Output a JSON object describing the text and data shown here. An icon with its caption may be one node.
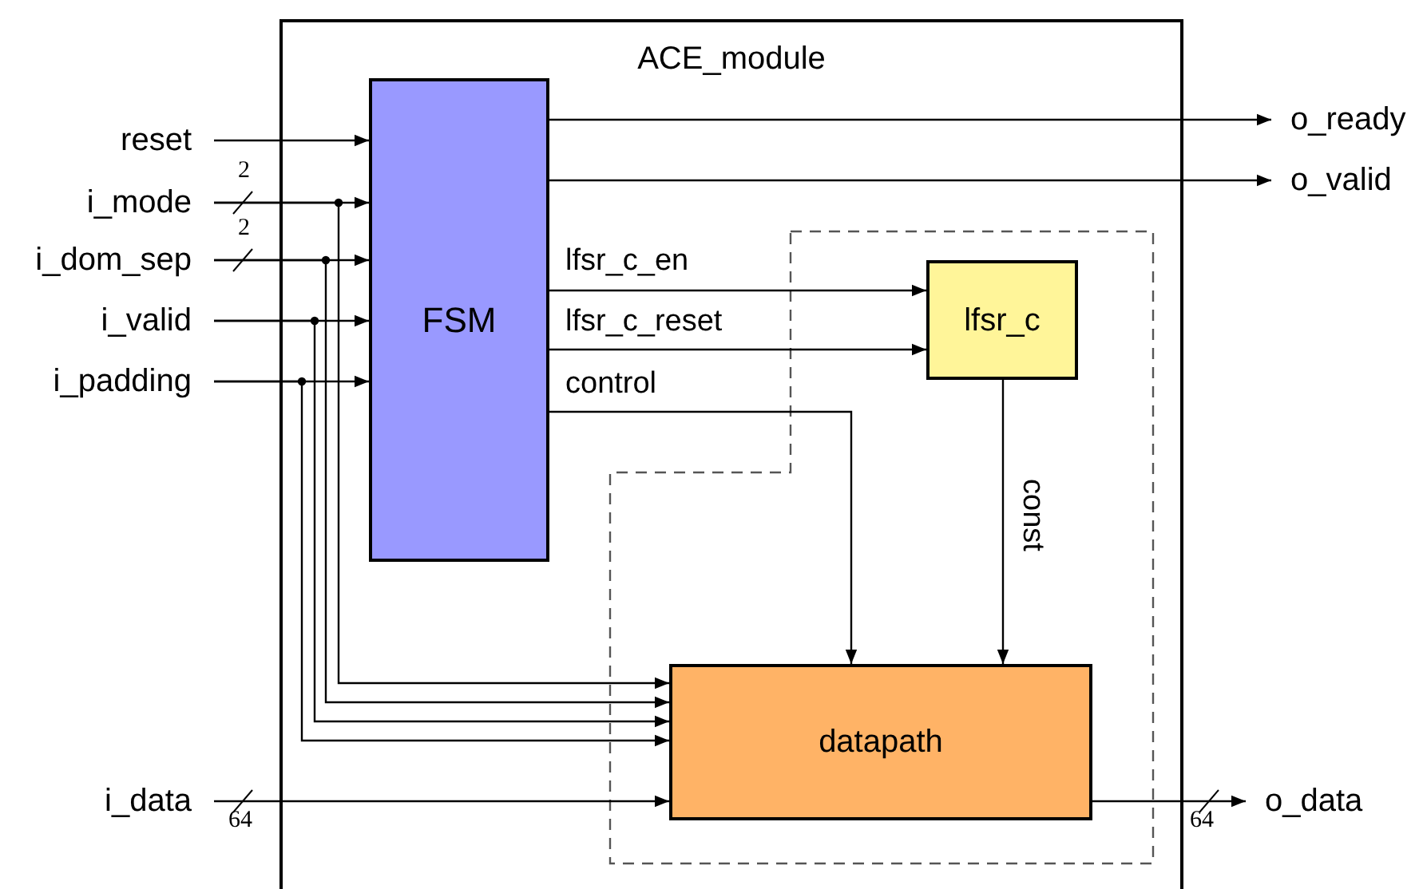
{
  "diagram": {
    "nodes": [
      {
        "text": [
          "ACE_module"
        ]
      },
      {
        "text": [
          "FSM"
        ],
        "in": 0
      },
      {
        "text": [
          "lfsr_c"
        ],
        "in": 0
      },
      {
        "text": [
          "datapath"
        ],
        "in": 0
      },
      {
        "text": [
          "reset"
        ]
      },
      {
        "text": [
          "i_mode"
        ]
      },
      {
        "text": [
          "i_dom_sep"
        ]
      },
      {
        "text": [
          "i_valid"
        ]
      },
      {
        "text": [
          "i_padding"
        ]
      },
      {
        "text": [
          "i_data"
        ]
      },
      {
        "text": [
          "o_ready"
        ]
      },
      {
        "text": [
          "o_valid"
        ]
      },
      {
        "text": [
          "o_data"
        ]
      }
    ],
    "edges": [
      {
        "from": 4,
        "to": 1,
        "arrow": "to"
      },
      {
        "from": 5,
        "to": 1,
        "arrow": "to"
      },
      {
        "from": 5,
        "to": 3,
        "arrow": "to"
      },
      {
        "from": 6,
        "to": 1,
        "arrow": "to"
      },
      {
        "from": 6,
        "to": 3,
        "arrow": "to"
      },
      {
        "from": 7,
        "to": 1,
        "arrow": "to"
      },
      {
        "from": 7,
        "to": 3,
        "arrow": "to"
      },
      {
        "from": 8,
        "to": 1,
        "arrow": "to"
      },
      {
        "from": 8,
        "to": 3,
        "arrow": "to"
      },
      {
        "from": 9,
        "to": 3,
        "arrow": "to"
      },
      {
        "from": 1,
        "to": 10,
        "arrow": "to"
      },
      {
        "from": 1,
        "to": 11,
        "arrow": "to"
      },
      {
        "from": 1,
        "to": 2,
        "arrow": "to",
        "label": "lfsr_c_en"
      },
      {
        "from": 1,
        "to": 2,
        "arrow": "to",
        "label": "lfsr_c_reset"
      },
      {
        "from": 1,
        "to": 3,
        "arrow": "to",
        "label": "control"
      },
      {
        "from": 2,
        "to": 3,
        "arrow": "to",
        "label": "const"
      },
      {
        "from": 3,
        "to": 12,
        "arrow": "to"
      }
    ],
    "labels": [
      "2",
      "2",
      "64",
      "64"
    ]
  }
}
